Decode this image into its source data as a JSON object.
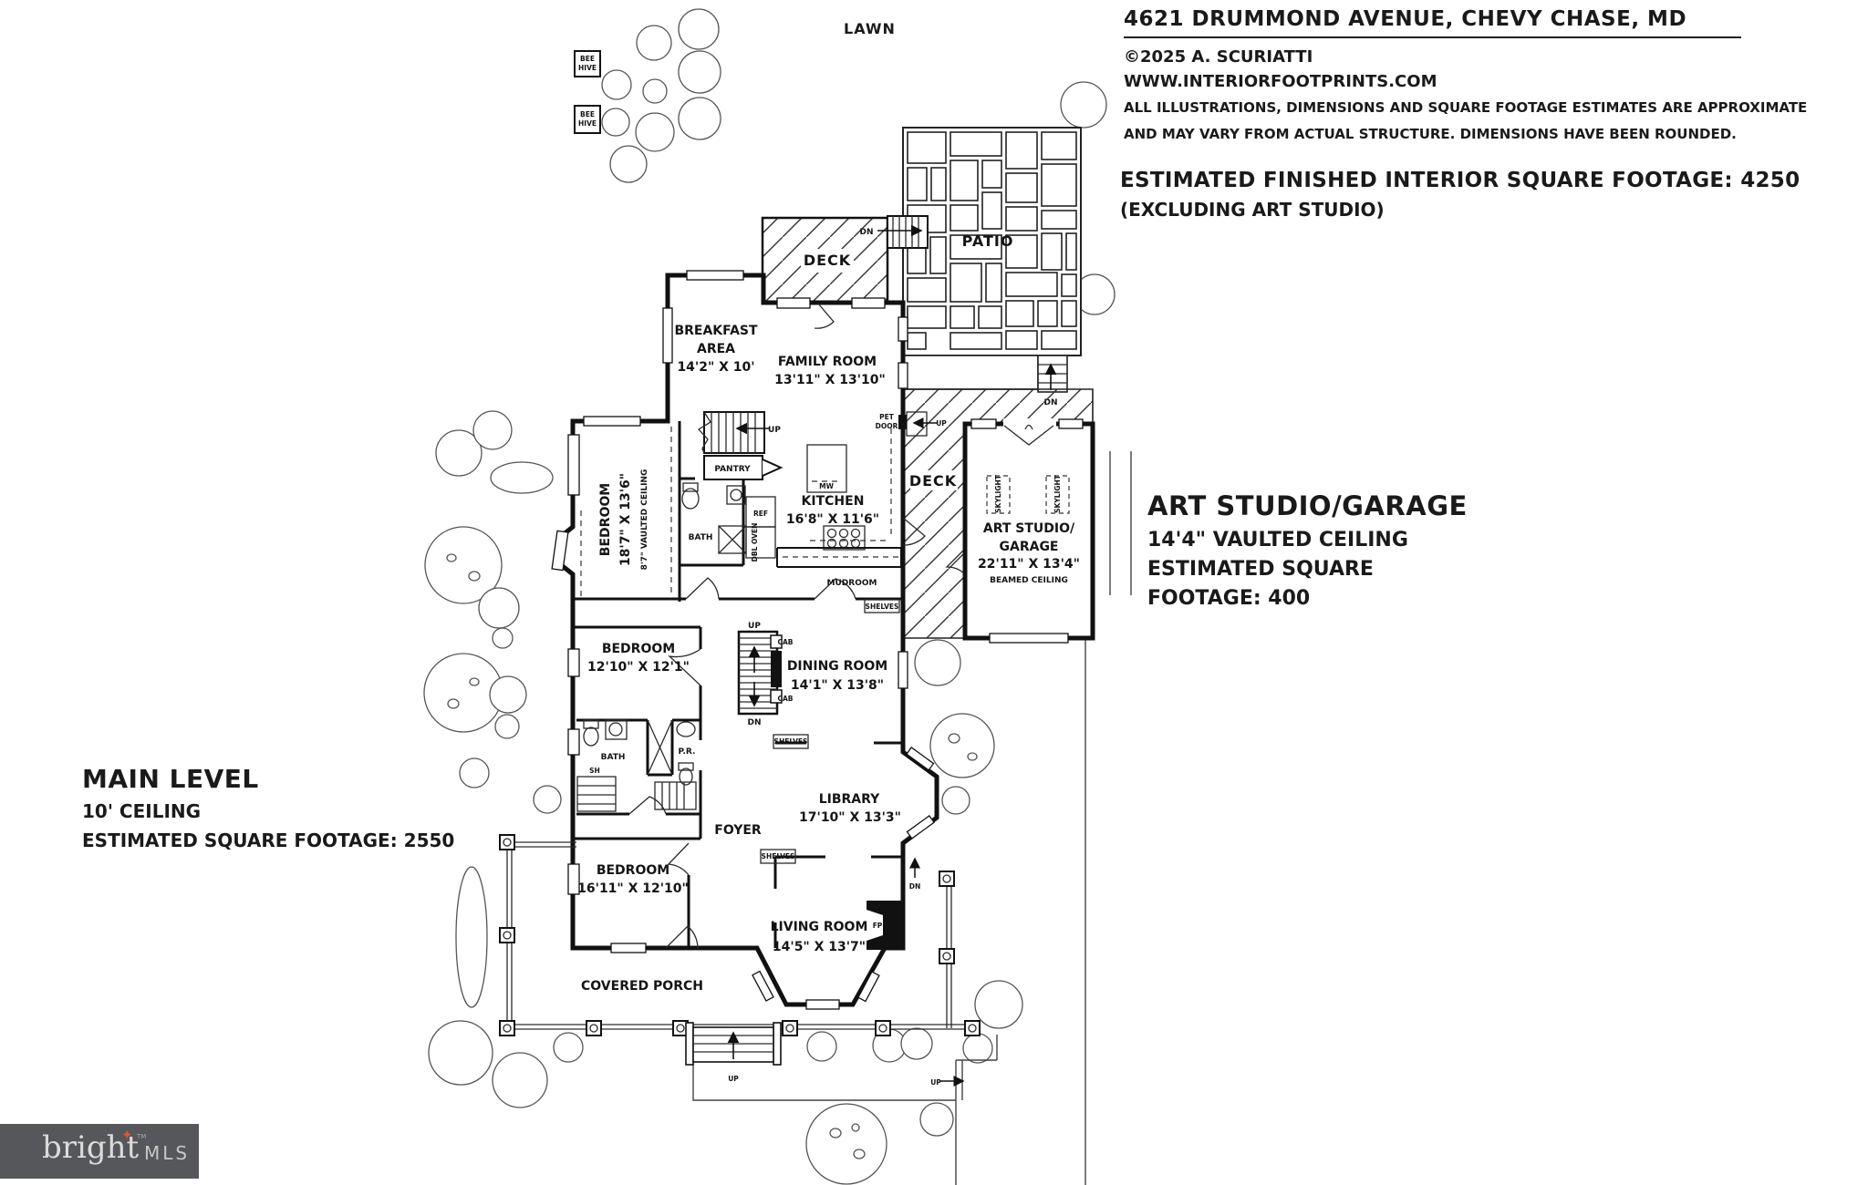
{
  "header": {
    "address": "4621 DRUMMOND AVENUE, CHEVY CHASE, MD",
    "copyright": "©2025 A. SCURIATTI",
    "website": "WWW.INTERIORFOOTPRINTS.COM",
    "disclaimer_line1": "ALL ILLUSTRATIONS, DIMENSIONS AND SQUARE FOOTAGE ESTIMATES ARE APPROXIMATE",
    "disclaimer_line2": "AND MAY VARY FROM ACTUAL STRUCTURE. DIMENSIONS HAVE BEEN ROUNDED.",
    "sqft_title": "ESTIMATED FINISHED INTERIOR SQUARE FOOTAGE: 4250",
    "sqft_note": "(EXCLUDING ART STUDIO)"
  },
  "level": {
    "name": "MAIN LEVEL",
    "ceiling": "10' CEILING",
    "sqft": "ESTIMATED SQUARE FOOTAGE: 2550"
  },
  "studio_callout": {
    "title": "ART STUDIO/GARAGE",
    "line1": "14'4\" VAULTED CEILING",
    "line2": "ESTIMATED SQUARE",
    "line3": "FOOTAGE: 400"
  },
  "site": {
    "lawn": "LAWN",
    "patio": "PATIO",
    "deck": "DECK",
    "covered_porch": "COVERED PORCH",
    "bee_line1": "BEE",
    "bee_line2": "HIVE"
  },
  "rooms": {
    "breakfast": {
      "l1": "BREAKFAST",
      "l2": "AREA",
      "dims": "14'2\" X 10'"
    },
    "family": {
      "name": "FAMILY ROOM",
      "dims": "13'11\" X 13'10\""
    },
    "kitchen": {
      "name": "KITCHEN",
      "dims": "16'8\" X 11'6\""
    },
    "bedroom1": {
      "name": "BEDROOM",
      "dims": "18'7\" X 13'6\"",
      "note": "8'7\" VAULTED CEILING"
    },
    "bedroom2": {
      "name": "BEDROOM",
      "dims": "12'10\" X 12'1\""
    },
    "bedroom3": {
      "name": "BEDROOM",
      "dims": "16'11\" X 12'10\""
    },
    "dining": {
      "name": "DINING ROOM",
      "dims": "14'1\" X 13'8\""
    },
    "library": {
      "name": "LIBRARY",
      "dims": "17'10\" X 13'3\""
    },
    "living": {
      "name": "LIVING ROOM",
      "dims": "14'5\" X 13'7\""
    },
    "foyer": "FOYER",
    "mudroom": "MUDROOM",
    "pantry": "PANTRY",
    "bath_upper": "BATH",
    "bath_lower": "BATH",
    "powder": "P.R.",
    "studio": {
      "l1": "ART STUDIO/",
      "l2": "GARAGE",
      "dims": "22'11\" X 13'4\"",
      "note": "BEAMED CEILING"
    }
  },
  "fixtures": {
    "ref": "REF",
    "dbl_oven": "DBL OVEN",
    "mw": "MW",
    "fp": "FP",
    "sh": "SH",
    "cab": "CAB",
    "shelves": "SHELVES",
    "skylight": "SKYLIGHT",
    "pet_l1": "PET",
    "pet_l2": "DOOR",
    "up": "UP",
    "dn": "DN"
  },
  "logo": {
    "brand": "bright",
    "suffix": "MLS",
    "tm": "TM",
    "star": "✦"
  },
  "colors": {
    "line": "#111111",
    "logo_bg": "#56575b",
    "logo_star": "#e0552b"
  }
}
